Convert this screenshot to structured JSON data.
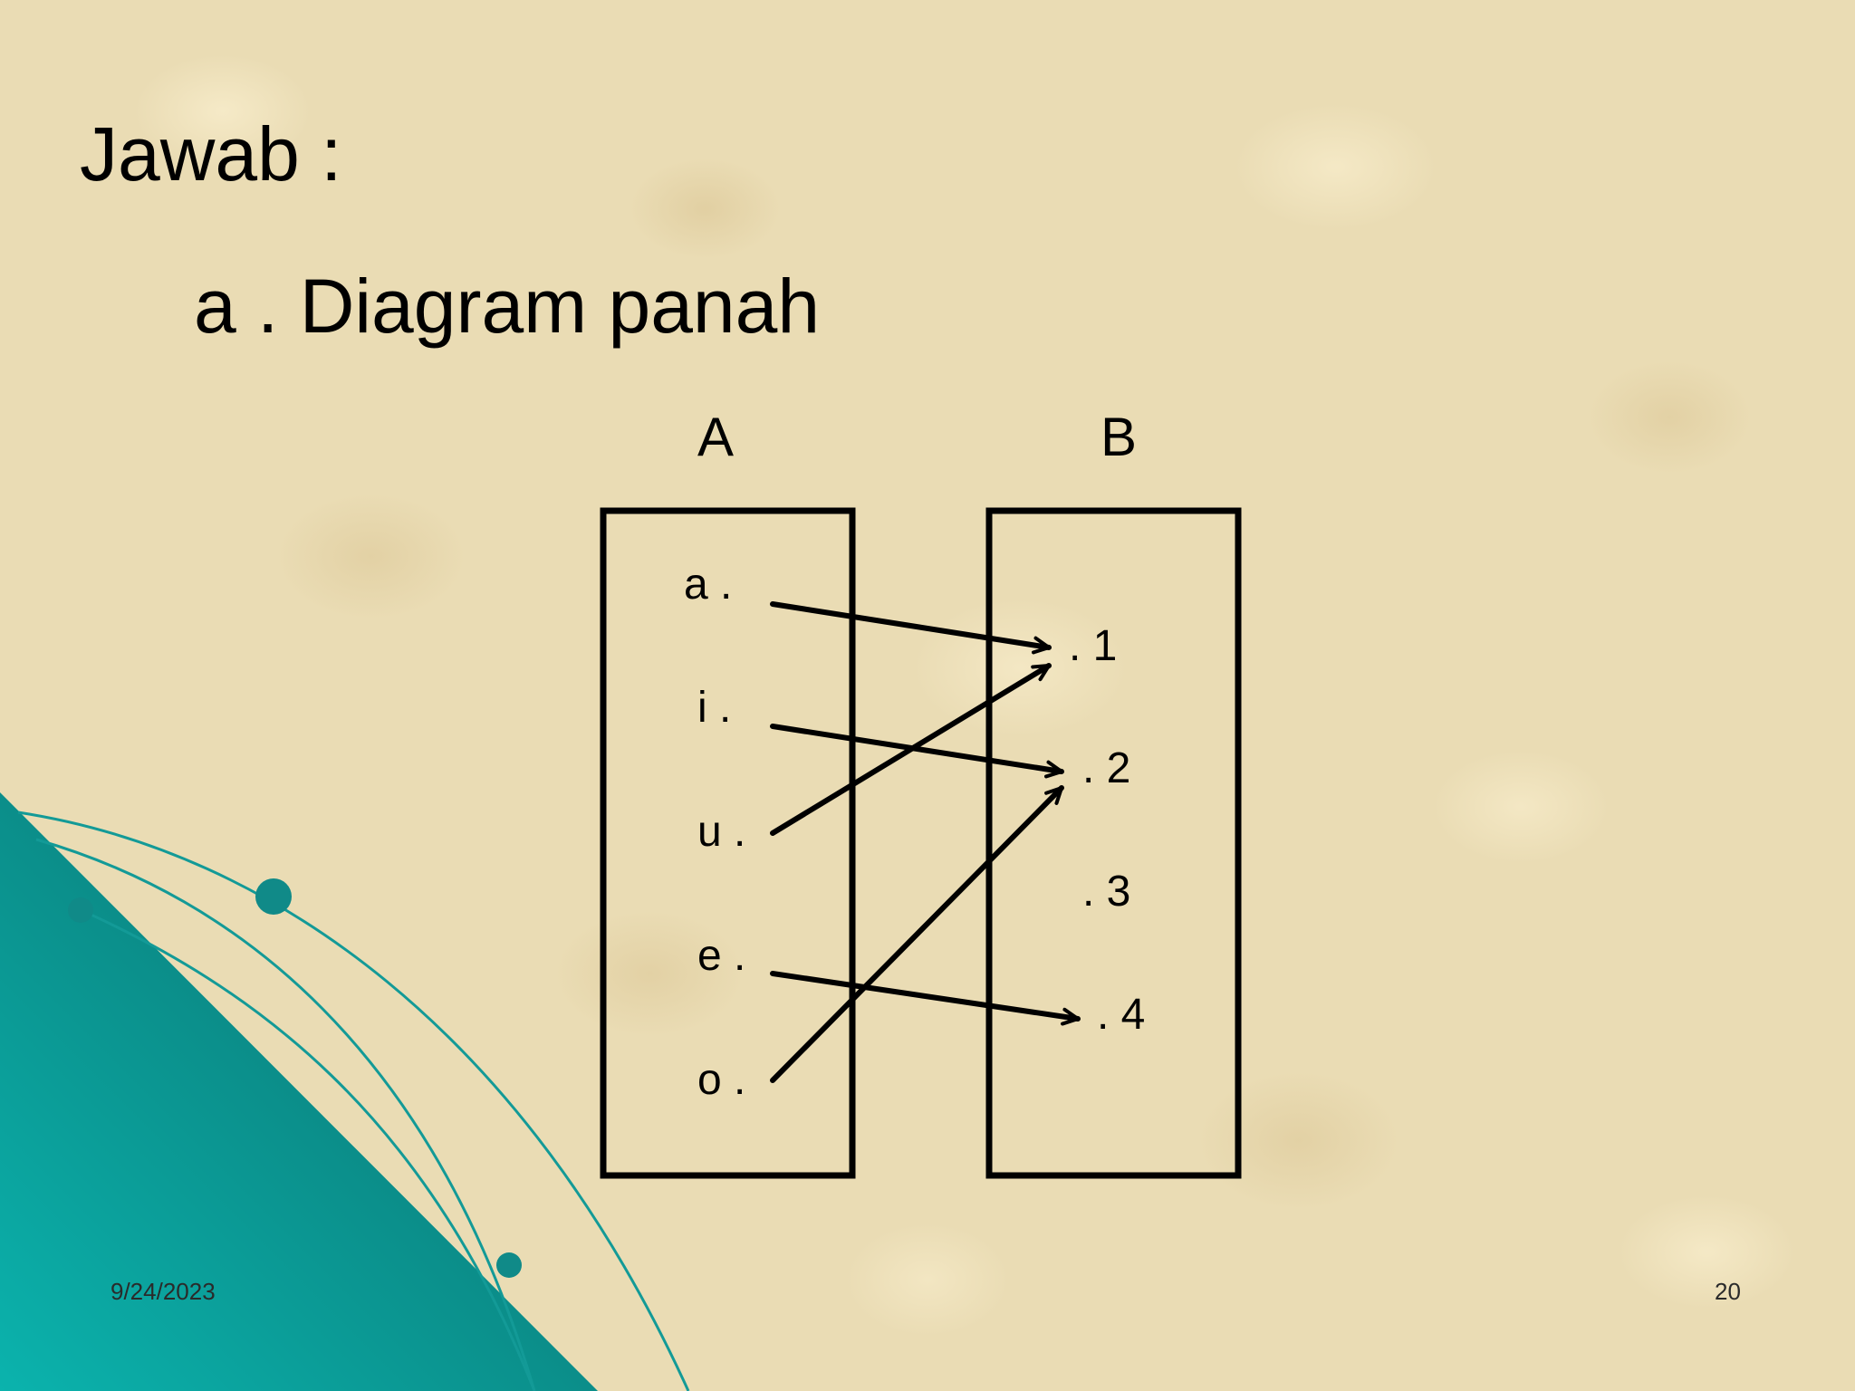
{
  "slide": {
    "title": "Jawab :",
    "subtitle": "a . Diagram panah",
    "footer_date": "9/24/2023",
    "footer_page": "20"
  },
  "diagram": {
    "set_a": {
      "label": "A",
      "elements": [
        "a .",
        "i  .",
        "u .",
        "e .",
        "o ."
      ]
    },
    "set_b": {
      "label": "B",
      "elements": [
        ". 1",
        ". 2",
        ". 3",
        ". 4"
      ]
    },
    "mappings": [
      {
        "from": "a",
        "to": "1"
      },
      {
        "from": "i",
        "to": "2"
      },
      {
        "from": "u",
        "to": "1"
      },
      {
        "from": "e",
        "to": "4"
      },
      {
        "from": "o",
        "to": "2"
      }
    ]
  },
  "theme": {
    "background": "#eadcb4",
    "accent": "#0f8f8f",
    "accent_dark": "#05555a"
  }
}
